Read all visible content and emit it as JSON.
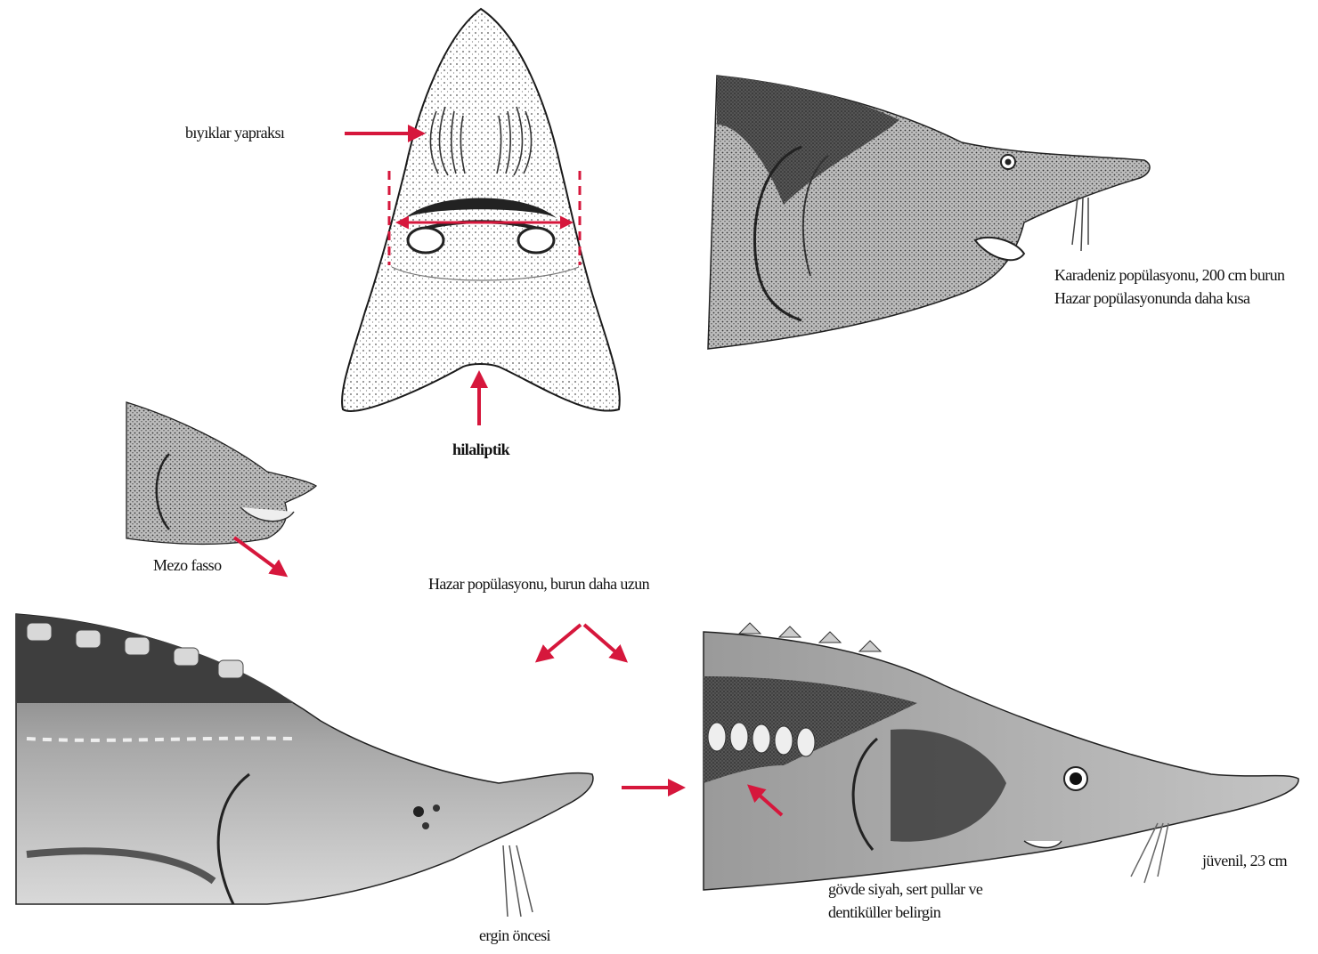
{
  "colors": {
    "accent_red": "#d6173c",
    "ink": "#1a1a1a",
    "shade_dark": "#4a4a4a",
    "shade_mid": "#8a8a8a",
    "shade_light": "#c8c8c8",
    "paper": "#ffffff"
  },
  "labels": {
    "barbel_leaf": "bıyıklar yapraksı",
    "notch": "hilaliptik",
    "black_sea": "Karadeniz popülasyonu, 200 cm burun Hazar popülasyonunda daha kısa",
    "ventral": "Mezo fasso",
    "caspian": "Hazar popülasyonu, burun daha uzun",
    "pre_adult": "ergin öncesi",
    "body_scales": "gövde siyah, sert pullar ve dentiküller belirgin",
    "juvenile": "jüvenil, 23 cm"
  },
  "icons": {
    "arrow": "red-arrow-icon",
    "dimension": "width-dimension-icon",
    "fish": "sturgeon-illustration"
  }
}
